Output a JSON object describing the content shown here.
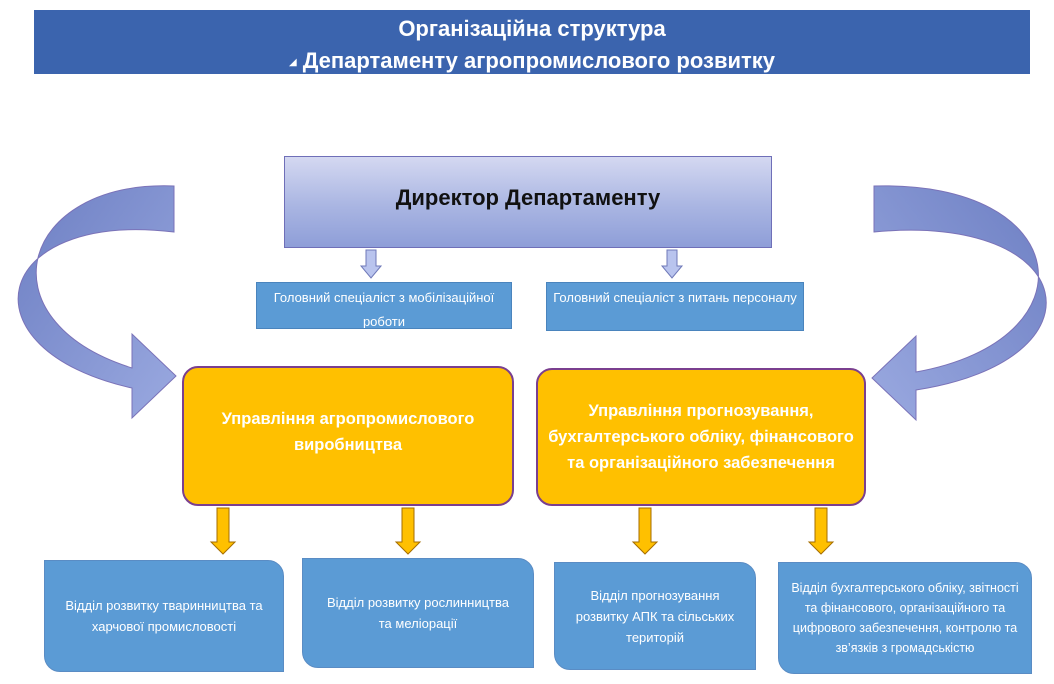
{
  "header": {
    "title_line1": "Організаційна структура",
    "title_line2": "Департаменту агропромислового розвитку"
  },
  "director": {
    "label": "Директор Департаменту"
  },
  "specialists": [
    {
      "label": "Головний спеціаліст з мобілізаційної роботи"
    },
    {
      "label": "Головний спеціаліст з питань персоналу"
    }
  ],
  "departments": [
    {
      "label": "Управління агропромислового виробництва"
    },
    {
      "label": "Управління прогнозування, бухгалтерського обліку, фінансового та організаційного забезпечення"
    }
  ],
  "units": [
    {
      "label": "Відділ розвитку тваринництва та харчової промисловості"
    },
    {
      "label": "Відділ розвитку рослинництва та меліорації"
    },
    {
      "label": "Відділ прогнозування розвитку АПК та сільських територій"
    },
    {
      "label": "Відділ бухгалтерського обліку, звітності та фінансового, організаційного та цифрового забезпечення, контролю та зв’язків з громадськістю"
    }
  ],
  "colors": {
    "banner": "#3b64ae",
    "director_fill": "#a9b5e2",
    "blue_box": "#5b9bd5",
    "department_fill": "#ffc000",
    "department_border": "#7a3f8f",
    "curved_arrow": "#7f8fcf",
    "down_arrow_blue": "#b9c4ee",
    "down_arrow_yellow": "#ffc000"
  }
}
